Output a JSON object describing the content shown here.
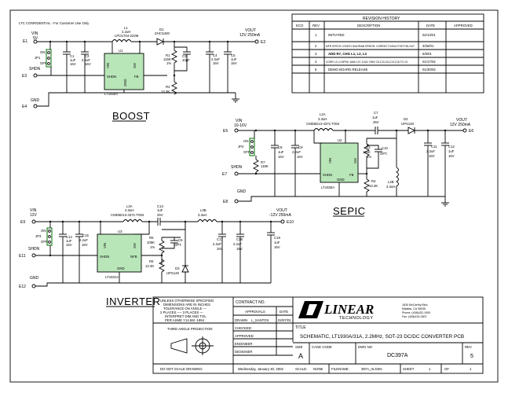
{
  "header": {
    "confidential": "LTC CONFIDENTIAL - For Customer Use Only"
  },
  "revision": {
    "title": "REVISION HISTORY",
    "columns": [
      "ECO",
      "REV",
      "DESCRIPTION",
      "DATE",
      "APPROVED"
    ],
    "rows": [
      {
        "rev": "1",
        "desc": "INITIATED",
        "date": "02/13/01"
      },
      {
        "rev": "2",
        "desc": "MFR SPECS CONFIG DIAGRAM ERROR- CORRECT INDUCTOR PIN-OUT",
        "date": "3/26/01"
      },
      {
        "rev": "3",
        "desc": "ADD R7, CHG L1, L2, L3",
        "date": "6/6/01"
      },
      {
        "rev": "4",
        "desc": "CORR L2,L3 MFR#: WAS 107-113/0, RMV C5,C10,C6,C13,C15 TO C0",
        "date": "01/17/02"
      },
      {
        "rev": "5",
        "desc": "DEMO BOARD RELEASE",
        "date": "01/30/02"
      }
    ]
  },
  "sections": {
    "boost": "BOOST",
    "sepic": "SEPIC",
    "inverter": "INVERTER"
  },
  "boost": {
    "vin": "VIN",
    "vin_v": "5V",
    "e1": "E1",
    "e3": "E3",
    "e4": "E4",
    "e2": "E2",
    "shdn": "SHDN",
    "gnd": "GND",
    "vout": "VOUT",
    "vout_v": "12V 250mA",
    "jp1": "JP1",
    "on": "ON",
    "off": "OFF",
    "c1": [
      "C1",
      "1uF",
      "16V"
    ],
    "c2": [
      "C2",
      "2.2uF",
      "16V"
    ],
    "c3": [
      "C3",
      "10pF"
    ],
    "c4": [
      "C4",
      "2.2uF",
      "16V"
    ],
    "c5": [
      "C5",
      "1uF",
      "16V"
    ],
    "l1": [
      "L1",
      "2.2uH",
      "LPO1704-222M"
    ],
    "d1": [
      "D1",
      "ZHCS400"
    ],
    "r1": [
      "R1",
      "115K",
      "1%"
    ],
    "r2": [
      "R2",
      "13.3K"
    ],
    "u1": "U1",
    "part": "LT1930A",
    "pins": {
      "vin": "VIN",
      "sw": "SW",
      "shdn": "SHDN",
      "fb": "FB",
      "gnd": "GND"
    }
  },
  "sepic": {
    "vin": "VIN",
    "vin_v": "10-16V",
    "e5": "E5",
    "e6": "E6",
    "e7": "E7",
    "e8": "E8",
    "shdn": "SHDN",
    "gnd": "GND",
    "vout": "VOUT",
    "vout_v": "12V 250mA",
    "jp2": "JP2",
    "on": "ON",
    "off": "OFF",
    "l2a": [
      "L2A",
      "3.3uH",
      "CMD6D13-4371-T004"
    ],
    "c7": [
      "C7",
      "1uF",
      "25V"
    ],
    "d2": [
      "D2",
      "UPS140"
    ],
    "c8": [
      "C8",
      "1uF",
      "16V"
    ],
    "c9": [
      "C9",
      "2.2uF",
      "16V"
    ],
    "r7": [
      "R7",
      "118K"
    ],
    "r3": [
      "R3",
      "115K",
      "1%"
    ],
    "c10": [
      "C10",
      "OPT."
    ],
    "r4": [
      "R4",
      "13.3K"
    ],
    "l2b": [
      "L2B",
      "3.3uH"
    ],
    "c11": [
      "C11",
      "2.2uF",
      "16V"
    ],
    "c12": [
      "C12",
      "1uF",
      "16V"
    ],
    "u2": "U2",
    "part": "LT1930A"
  },
  "inverter": {
    "vin": "VIN",
    "vin_v": "12V",
    "e9": "E9",
    "e10": "E10",
    "e11": "E11",
    "e12": "E12",
    "shdn": "SHDN",
    "gnd": "GND",
    "vout": "VOUT",
    "vout_v": "-12V 250mA",
    "jp3": "JP3",
    "on": "ON",
    "off": "OFF",
    "l3a": [
      "L3A",
      "3.3uH",
      "CMD6D13-4371-T004"
    ],
    "c13": [
      "C13",
      "1uF",
      "25V"
    ],
    "l3b": [
      "L3B",
      "3.3uH"
    ],
    "c14": [
      "C14",
      "1uF",
      "16V"
    ],
    "c15": [
      "C15",
      "2.2uF",
      "16V"
    ],
    "r5": [
      "R5",
      "105K",
      "1%"
    ],
    "c6": [
      "C6",
      "OPT."
    ],
    "r6": [
      "R6",
      "13.3K"
    ],
    "d3": [
      "D3",
      "UPS140"
    ],
    "c17": [
      "C17",
      "2.2uF",
      "16V"
    ],
    "c18": [
      "C18",
      "2.2uF",
      "16V"
    ],
    "c19": [
      "C19",
      "1uF",
      "16V"
    ],
    "u3": "U3",
    "part": "LT1931A",
    "pins": {
      "vin": "VIN",
      "sw": "SW",
      "shdn": "SHDN",
      "nfb": "NFB",
      "gnd": "GND"
    }
  },
  "titleblock": {
    "notes": [
      "UNLESS OTHERWISE SPECIFIED",
      "DIMENSIONS ARE IN INCHES",
      "TOLERANCE ON ANGLE ---",
      "2 PLACES ----   3 PLACES ---",
      "INTERPRET DIM AND TOL",
      "PER ASME Y14.5M -1994"
    ],
    "projection": "THIRD ANGLE PROJECTION",
    "no_scale": "DO NOT SCALE DRAWING",
    "contract": "CONTRACT NO.",
    "approvals": "APPROVALS",
    "date_hdr": "DATE",
    "drawn": "DRAWN",
    "drawn_by": "L_SANTOS",
    "drawn_date": "02/07/01",
    "checked": "CHECKED",
    "approved": "APPROVED",
    "engineer": "ENGINEER",
    "designer": "DESIGNER",
    "print_date": "Wednesday, January 30, 2002",
    "logo": "LINEAR",
    "logo_sub": "TECHNOLOGY",
    "address": [
      "1630 McCarthy Blvd.",
      "Milpitas, CA 95035",
      "Phone: (408)432-1900",
      "Fax: (408)434-0507"
    ],
    "title_label": "TITLE",
    "title": "SCHEMATIC, LT1930A/31A, 2.2MHz, SOT-23 DC/DC CONVERTER PCB",
    "size_label": "SIZE",
    "size": "A",
    "cage_label": "CAGE CODE",
    "dwg_label": "DWG NO",
    "dwg": "DC397A",
    "rev_label": "REV",
    "rev": "5",
    "scale_label": "SCALE:",
    "scale": "NONE",
    "filename_label": "FILENAME:",
    "filename": "397A_r5.DSN",
    "sheet_label": "SHEET",
    "sheet": "1",
    "of_label": "OF",
    "of": "1"
  }
}
